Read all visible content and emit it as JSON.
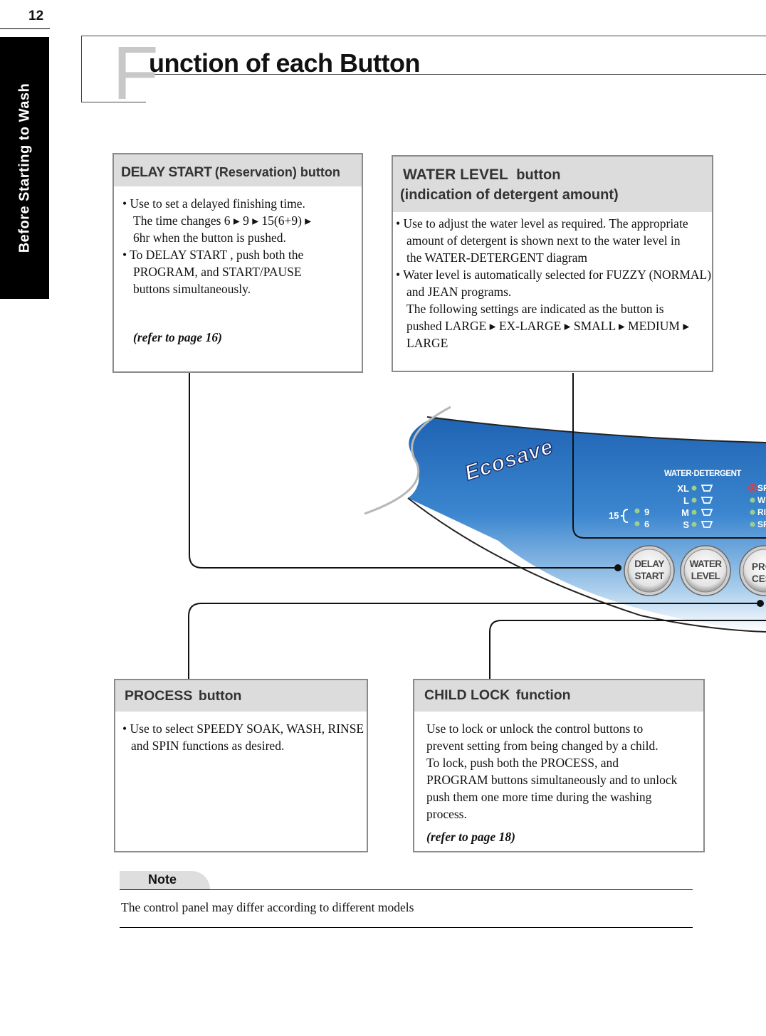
{
  "page": {
    "number": "12",
    "side_tab": "Before  Starting  to  Wash",
    "title_initial": "F",
    "title_rest": "unction  of  each  Button"
  },
  "boxes": {
    "delay": {
      "title_main": "DELAY START",
      "title_sub": "(Reservation) button",
      "lines": [
        "• Use to set a delayed finishing time.",
        "The time changes 6 ▸ 9 ▸ 15(6+9) ▸",
        "6hr when the button is pushed.",
        "• To DELAY START , push both the",
        "PROGRAM, and START/PAUSE",
        "buttons simultaneously."
      ],
      "ref": "(refer to page 16)"
    },
    "water": {
      "title_line1_main": "WATER LEVEL",
      "title_line1_sub": "button",
      "title_line2": "(indication of detergent amount)",
      "lines": [
        "• Use to adjust the water level as required. The appropriate",
        "amount of detergent is shown next to the water level in",
        "the WATER-DETERGENT  diagram",
        "• Water level is automatically selected for FUZZY (NORMAL)",
        "and JEAN programs.",
        "The following settings are indicated as the button is",
        "pushed LARGE ▸ EX-LARGE ▸ SMALL ▸ MEDIUM ▸",
        "LARGE"
      ]
    },
    "process": {
      "title_main": "PROCESS",
      "title_sub": "button",
      "lines": [
        "• Use to select  SPEEDY SOAK, WASH, RINSE",
        "and  SPIN  functions as desired."
      ]
    },
    "childlock": {
      "title_main": "CHILD LOCK",
      "title_sub": "function",
      "lines": [
        "Use to lock or unlock the control buttons to",
        "prevent setting from being changed by a child.",
        "To lock, push both the PROCESS, and",
        "PROGRAM buttons simultaneously and to unlock",
        "push them one more time during the washing",
        "process."
      ],
      "ref": "(refer to page 18)"
    }
  },
  "panel": {
    "brand": "Ecosave",
    "water_detergent_label": "WATER·DETERGENT",
    "levels": [
      "XL",
      "L",
      "M",
      "S"
    ],
    "delay_prefix": "15",
    "delay_values": [
      "9",
      "6"
    ],
    "right_labels": [
      "SPI",
      "W",
      "RI",
      "SP"
    ],
    "buttons": {
      "delay_line1": "DELAY",
      "delay_line2": "START",
      "water_line1": "WATER",
      "water_line2": "LEVEL",
      "process_line1": "PRO",
      "process_line2": "CES"
    }
  },
  "note": {
    "label": "Note",
    "text": "The control panel may differ according to different models"
  },
  "colors": {
    "panel_blue": "#2f79c4",
    "box_header": "#dcdcdc",
    "side_tab": "#000000"
  }
}
